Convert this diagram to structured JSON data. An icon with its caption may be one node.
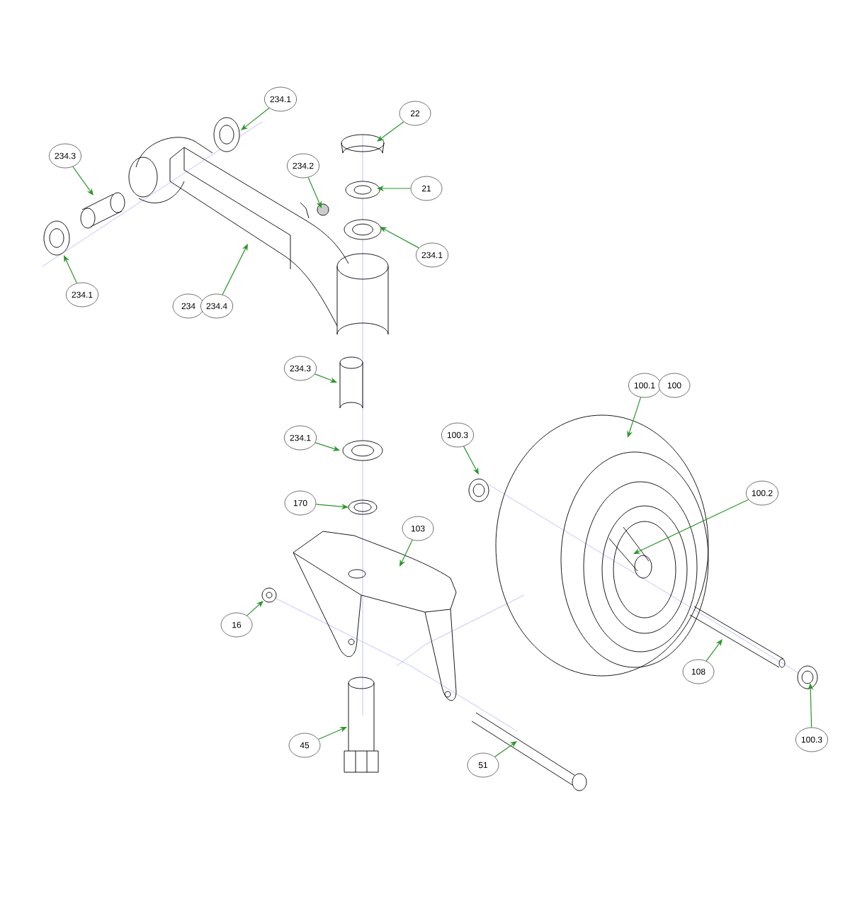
{
  "diagram": {
    "nodes": [
      {
        "text": [
          "234.1"
        ]
      },
      {
        "text": [
          "22"
        ]
      },
      {
        "text": [
          "234.3"
        ]
      },
      {
        "text": [
          "234.2"
        ]
      },
      {
        "text": [
          "21"
        ]
      },
      {
        "text": [
          "234.1"
        ]
      },
      {
        "text": [
          "234.1"
        ]
      },
      {
        "text": [
          "234"
        ]
      },
      {
        "text": [
          "234.4"
        ]
      },
      {
        "text": [
          "234.3"
        ]
      },
      {
        "text": [
          "100.1"
        ]
      },
      {
        "text": [
          "100"
        ]
      },
      {
        "text": [
          "100.3"
        ]
      },
      {
        "text": [
          "234.1"
        ]
      },
      {
        "text": [
          "100.2"
        ]
      },
      {
        "text": [
          "170"
        ]
      },
      {
        "text": [
          "103"
        ]
      },
      {
        "text": [
          "16"
        ]
      },
      {
        "text": [
          "108"
        ]
      },
      {
        "text": [
          "45"
        ]
      },
      {
        "text": [
          "51"
        ]
      },
      {
        "text": [
          "100.3"
        ]
      }
    ],
    "edges": [
      {
        "from": 0,
        "to": null,
        "arrow": "to"
      },
      {
        "from": 1,
        "to": null,
        "arrow": "to"
      },
      {
        "from": 2,
        "to": null,
        "arrow": "to"
      },
      {
        "from": 3,
        "to": null,
        "arrow": "to"
      },
      {
        "from": 4,
        "to": null,
        "arrow": "to"
      },
      {
        "from": 5,
        "to": null,
        "arrow": "to"
      },
      {
        "from": 6,
        "to": null,
        "arrow": "to"
      },
      {
        "from": 8,
        "to": null,
        "arrow": "to"
      },
      {
        "from": 9,
        "to": null,
        "arrow": "to"
      },
      {
        "from": 10,
        "to": null,
        "arrow": "to"
      },
      {
        "from": 12,
        "to": null,
        "arrow": "to"
      },
      {
        "from": 13,
        "to": null,
        "arrow": "to"
      },
      {
        "from": 14,
        "to": null,
        "arrow": "to"
      },
      {
        "from": 15,
        "to": null,
        "arrow": "to"
      },
      {
        "from": 16,
        "to": null,
        "arrow": "to"
      },
      {
        "from": 17,
        "to": null,
        "arrow": "to"
      },
      {
        "from": 18,
        "to": null,
        "arrow": "to"
      },
      {
        "from": 19,
        "to": null,
        "arrow": "to"
      },
      {
        "from": 20,
        "to": null,
        "arrow": "to"
      },
      {
        "from": 21,
        "to": null,
        "arrow": "to"
      }
    ]
  }
}
